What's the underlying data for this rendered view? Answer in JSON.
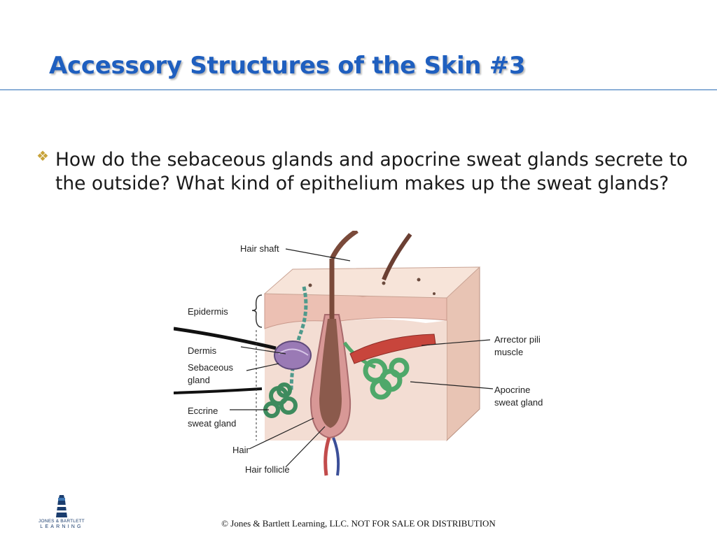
{
  "slide": {
    "title": "Accessory Structures of the Skin #3",
    "bullet": "How do the sebaceous glands and apocrine sweat glands secrete to the outside? What kind of epithelium makes up the sweat glands?"
  },
  "figure": {
    "labels": {
      "hair_shaft": "Hair shaft",
      "epidermis": "Epidermis",
      "dermis": "Dermis",
      "sebaceous_1": "Sebaceous",
      "sebaceous_2": "gland",
      "eccrine_1": "Eccrine",
      "eccrine_2": "sweat gland",
      "hair": "Hair",
      "hair_follicle": "Hair follicle",
      "arrector_1": "Arrector pili",
      "arrector_2": "muscle",
      "apocrine_1": "Apocrine",
      "apocrine_2": "sweat gland"
    }
  },
  "logo": {
    "line1": "JONES & BARTLETT",
    "line2": "LEARNING"
  },
  "footer": {
    "copyright": "© Jones & Bartlett Learning, LLC. NOT FOR SALE OR DISTRIBUTION"
  },
  "colors": {
    "title": "#1f5fbf",
    "bullet_glyph": "#c8a33a",
    "rule": "#2a6db5"
  }
}
